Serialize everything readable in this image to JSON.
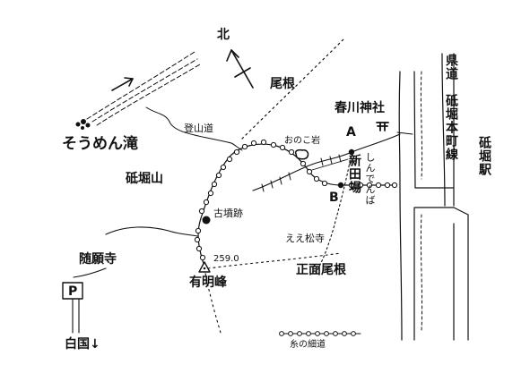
{
  "map": {
    "north": "北",
    "ridge": "尾根",
    "shrine": "春川神社",
    "shrine_icon": "shrine-torii-icon",
    "somen_falls": "そうめん滝",
    "climbing_path": "登山道",
    "mountain": "砥堀山",
    "onoko_rock": "おのこ岩",
    "point_a": "A",
    "point_b": "B",
    "shinden_field": "新田場",
    "shinden_reading": "しんでんば",
    "prefectural_road": "県道　砥堀本町線",
    "station": "砥堀駅",
    "tomb_ruins": "古墳跡",
    "zuiganji": "随願寺",
    "parking": "P",
    "shiroguni": "白国↓",
    "elevation": "259.0",
    "ariake_peak": "有明峰",
    "shomen_ridge": "正面尾根",
    "eematsu_temple": "ええ松寺",
    "legend_trail": "糸の細道",
    "accent_color": "#111111"
  }
}
